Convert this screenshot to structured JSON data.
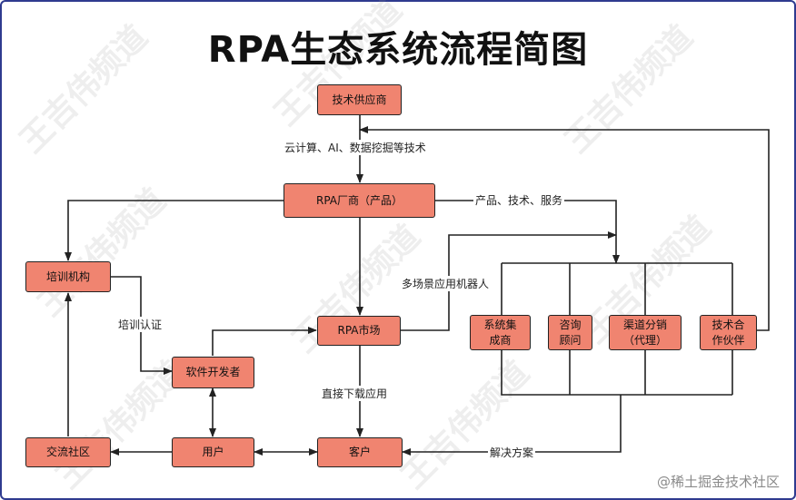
{
  "title": "RPA生态系统流程简图",
  "nodes": {
    "tech_supplier": "技术供应商",
    "rpa_vendor": "RPA厂商（产品）",
    "training_org": "培训机构",
    "rpa_market": "RPA市场",
    "software_dev": "软件开发者",
    "exchange_community": "交流社区",
    "user": "用户",
    "customer": "客户",
    "system_integrator_l1": "系统集",
    "system_integrator_l2": "成商",
    "consultant_l1": "咨询",
    "consultant_l2": "顾问",
    "channel_l1": "渠道分销",
    "channel_l2": "（代理）",
    "tech_partner_l1": "技术合",
    "tech_partner_l2": "作伙伴"
  },
  "edge_labels": {
    "cloud_ai": "云计算、AI、数据挖掘等技术",
    "products_services": "产品、技术、服务",
    "multi_scenario": "多场景应用机器人",
    "training_cert": "培训认证",
    "direct_download": "直接下载应用",
    "solutions": "解决方案"
  },
  "watermark": "王吉伟频道",
  "credit": "@稀土掘金技术社区"
}
